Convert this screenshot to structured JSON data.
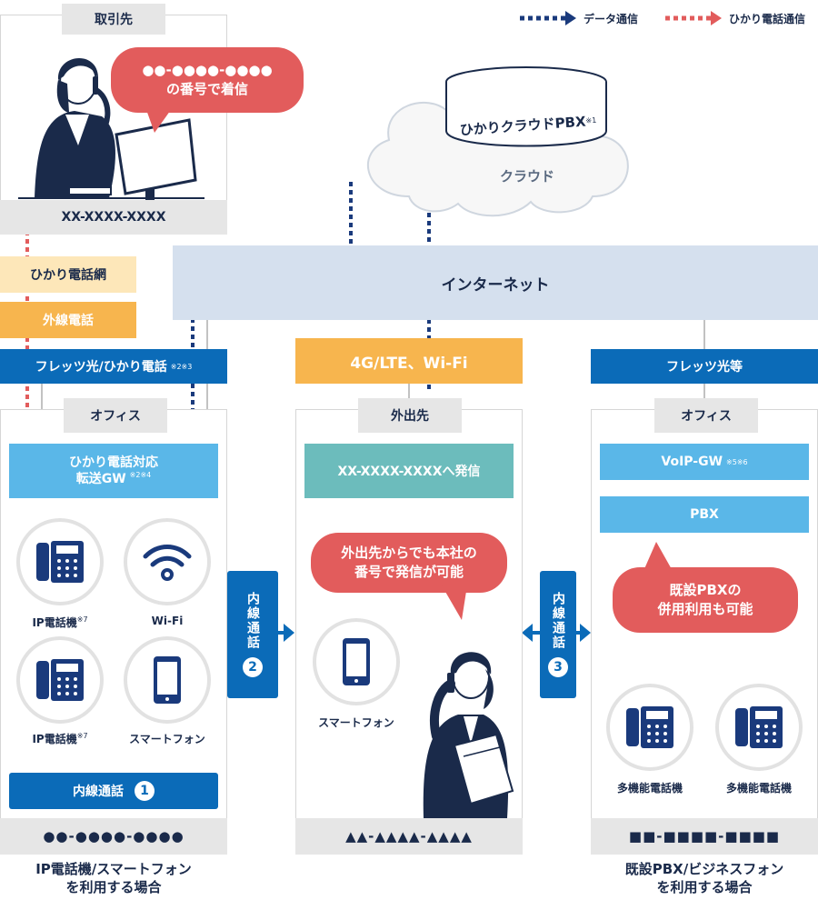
{
  "legend": {
    "data_label": "データ通信",
    "hikari_label": "ひかり電話通信",
    "data_color": "#1a3a7c",
    "hikari_color": "#e25c5c"
  },
  "partner": {
    "title": "取引先",
    "bubble_line1": "●●-●●●●-●●●●",
    "bubble_line2": "の番号で着信",
    "number": "XX-XXXX-XXXX"
  },
  "cloud": {
    "pbx_label": "ひかりクラウドPBX",
    "pbx_note": "※1",
    "cloud_label": "クラウド"
  },
  "network": {
    "hikari_net": "ひかり電話網",
    "external_call": "外線電話",
    "internet": "インターネット",
    "flets_hikari": "フレッツ光/ひかり電話",
    "flets_hikari_note": "※2※3",
    "mobile": "4G/LTE、Wi-Fi",
    "flets_etc": "フレッツ光等"
  },
  "left": {
    "office": "オフィス",
    "gw_line1": "ひかり電話対応",
    "gw_line2": "転送GW",
    "gw_note": "※2※4",
    "dev1": "IP電話機",
    "dev1_note": "※7",
    "dev2": "Wi-Fi",
    "dev3": "IP電話機",
    "dev3_note": "※7",
    "dev4": "スマートフォン",
    "internal_call": "内線通話",
    "internal_num": "1",
    "number": "●●-●●●●-●●●●",
    "caption_line1": "IP電話機/スマートフォン",
    "caption_line2": "を利用する場合"
  },
  "middle": {
    "place": "外出先",
    "call_out": "XX-XXXX-XXXXへ発信",
    "bubble_line1": "外出先からでも本社の",
    "bubble_line2": "番号で発信が可能",
    "dev": "スマートフォン",
    "number": "▲▲-▲▲▲▲-▲▲▲▲"
  },
  "right": {
    "office": "オフィス",
    "voip": "VoIP-GW",
    "voip_note": "※5※6",
    "pbx": "PBX",
    "bubble_line1": "既設PBXの",
    "bubble_line2": "併用利用も可能",
    "dev1": "多機能電話機",
    "dev2": "多機能電話機",
    "number": "■■-■■■■-■■■■",
    "caption_line1": "既設PBX/ビジネスフォン",
    "caption_line2": "を利用する場合"
  },
  "badges": {
    "badge2_text": "内線通話",
    "badge2_num": "2",
    "badge3_text": "内線通話",
    "badge3_num": "3"
  }
}
